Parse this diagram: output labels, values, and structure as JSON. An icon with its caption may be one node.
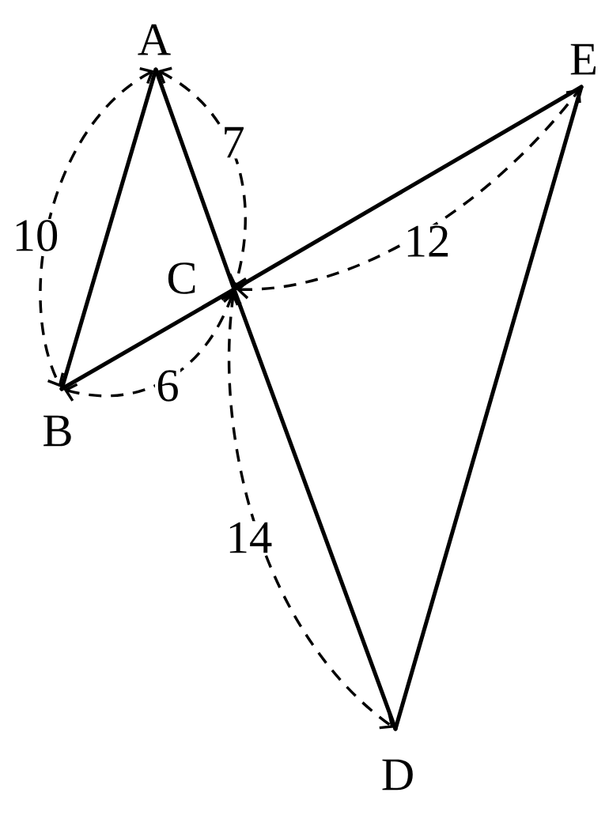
{
  "diagram": {
    "nodes": [
      {
        "text": [
          "A"
        ]
      },
      {
        "text": [
          "B"
        ]
      },
      {
        "text": [
          "C"
        ]
      },
      {
        "text": [
          "D"
        ]
      },
      {
        "text": [
          "E"
        ]
      }
    ],
    "edges": [
      {
        "from": 0,
        "to": 1,
        "arrow": "none"
      },
      {
        "from": 0,
        "to": 2,
        "arrow": "none"
      },
      {
        "from": 2,
        "to": 3,
        "arrow": "none"
      },
      {
        "from": 1,
        "to": 2,
        "arrow": "none"
      },
      {
        "from": 2,
        "to": 4,
        "arrow": "none"
      },
      {
        "from": 4,
        "to": 3,
        "arrow": "none"
      },
      {
        "from": 0,
        "to": 2,
        "arrow": "both",
        "label": "7",
        "style": "dashed"
      },
      {
        "from": 0,
        "to": 1,
        "arrow": "both",
        "label": "10",
        "style": "dashed"
      },
      {
        "from": 2,
        "to": 4,
        "arrow": "both",
        "label": "12",
        "style": "dashed"
      },
      {
        "from": 1,
        "to": 2,
        "arrow": "both",
        "label": "6",
        "style": "dashed"
      },
      {
        "from": 2,
        "to": 3,
        "arrow": "both",
        "label": "14",
        "style": "dashed"
      }
    ]
  }
}
